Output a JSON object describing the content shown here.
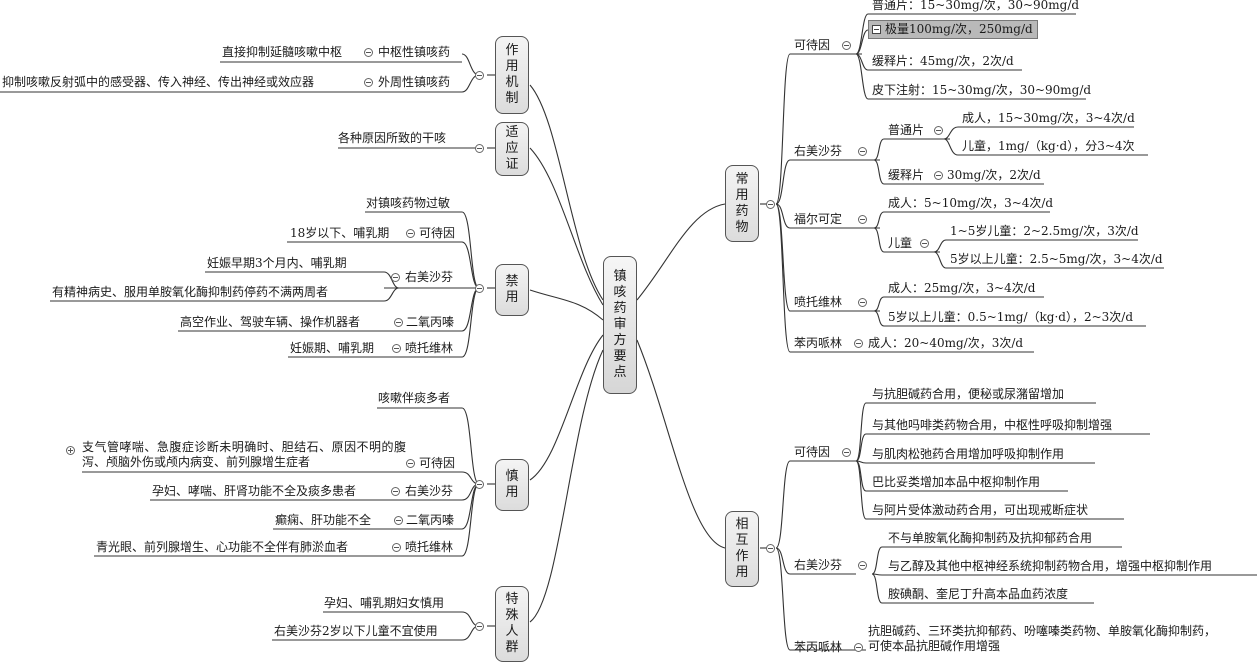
{
  "center": "镇咳药审方要点",
  "left": {
    "mechanism": {
      "label": "作用机制",
      "items": [
        {
          "text": "直接抑制延髓咳嗽中枢",
          "type": "中枢性镇咳药"
        },
        {
          "text": "抑制咳嗽反射弧中的感受器、传入神经、传出神经或效应器",
          "type": "外周性镇咳药"
        }
      ]
    },
    "indication": {
      "label": "适应证",
      "items": [
        "各种原因所致的干咳"
      ]
    },
    "contraindication": {
      "label": "禁用",
      "general": "对镇咳药物过敏",
      "codeine": {
        "drug": "可待因",
        "text": "18岁以下、哺乳期"
      },
      "dextro": {
        "drug": "右美沙芬",
        "items": [
          "妊娠早期3个月内、哺乳期",
          "有精神病史、服用单胺氧化酶抑制药停药不满两周者"
        ]
      },
      "oxomemazine": {
        "drug": "二氧丙嗪",
        "text": "高空作业、驾驶车辆、操作机器者"
      },
      "pentoxyverine": {
        "drug": "喷托维林",
        "text": "妊娠期、哺乳期"
      }
    },
    "caution": {
      "label": "慎用",
      "general": "咳嗽伴痰多者",
      "codeine": {
        "drug": "可待因",
        "text": "支气管哮喘、急腹症诊断未明确时、胆结石、原因不明的腹泻、颅脑外伤或颅内病变、前列腺增生症者"
      },
      "dextro": {
        "drug": "右美沙芬",
        "text": "孕妇、哮喘、肝肾功能不全及痰多患者"
      },
      "oxomemazine": {
        "drug": "二氧丙嗪",
        "text": "癫痫、肝功能不全"
      },
      "pentoxyverine": {
        "drug": "喷托维林",
        "text": "青光眼、前列腺增生、心功能不全伴有肺淤血者"
      }
    },
    "special": {
      "label": "特殊人群",
      "items": [
        "孕妇、哺乳期妇女慎用",
        "右美沙芬2岁以下儿童不宜使用"
      ]
    }
  },
  "right": {
    "common": {
      "label": "常用药物",
      "codeine": {
        "drug": "可待因",
        "items": [
          "普通片：15~30mg/次，30~90mg/d",
          "极量100mg/次，250mg/d",
          "缓释片：45mg/次，2次/d",
          "皮下注射：15~30mg/次，30~90mg/d"
        ]
      },
      "dextro": {
        "drug": "右美沙芬",
        "normal": {
          "label": "普通片",
          "items": [
            "成人，15~30mg/次，3~4次/d",
            "儿童，1mg/（kg·d），分3~4次"
          ]
        },
        "sr": {
          "label": "缓释片",
          "text": "30mg/次，2次/d"
        }
      },
      "pholcodine": {
        "drug": "福尔可定",
        "adult": "成人：5~10mg/次，3~4次/d",
        "child": {
          "label": "儿童",
          "items": [
            "1~5岁儿童：2~2.5mg/次，3次/d",
            "5岁以上儿童：2.5~5mg/次，3~4次/d"
          ]
        }
      },
      "pentoxyverine": {
        "drug": "喷托维林",
        "items": [
          "成人：25mg/次，3~4次/d",
          "5岁以上儿童：0.5~1mg/（kg·d），2~3次/d"
        ]
      },
      "benproperine": {
        "drug": "苯丙哌林",
        "text": "成人：20~40mg/次，3次/d"
      }
    },
    "interaction": {
      "label": "相互作用",
      "codeine": {
        "drug": "可待因",
        "items": [
          "与抗胆碱药合用，便秘或尿潴留增加",
          "与其他吗啡类药物合用，中枢性呼吸抑制增强",
          "与肌肉松弛药合用增加呼吸抑制作用",
          "巴比妥类增加本品中枢抑制作用",
          "与阿片受体激动药合用，可出现戒断症状"
        ]
      },
      "dextro": {
        "drug": "右美沙芬",
        "items": [
          "不与单胺氧化酶抑制药及抗抑郁药合用",
          "与乙醇及其他中枢神经系统抑制药物合用，增强中枢抑制作用",
          "胺碘酮、奎尼丁升高本品血药浓度"
        ]
      },
      "benproperine": {
        "drug": "苯丙哌林",
        "text1": "抗胆碱药、三环类抗抑郁药、吩噻嗪类药物、单胺氧化酶抑制药，",
        "text2": "可使本品抗胆碱作用增强"
      }
    }
  }
}
